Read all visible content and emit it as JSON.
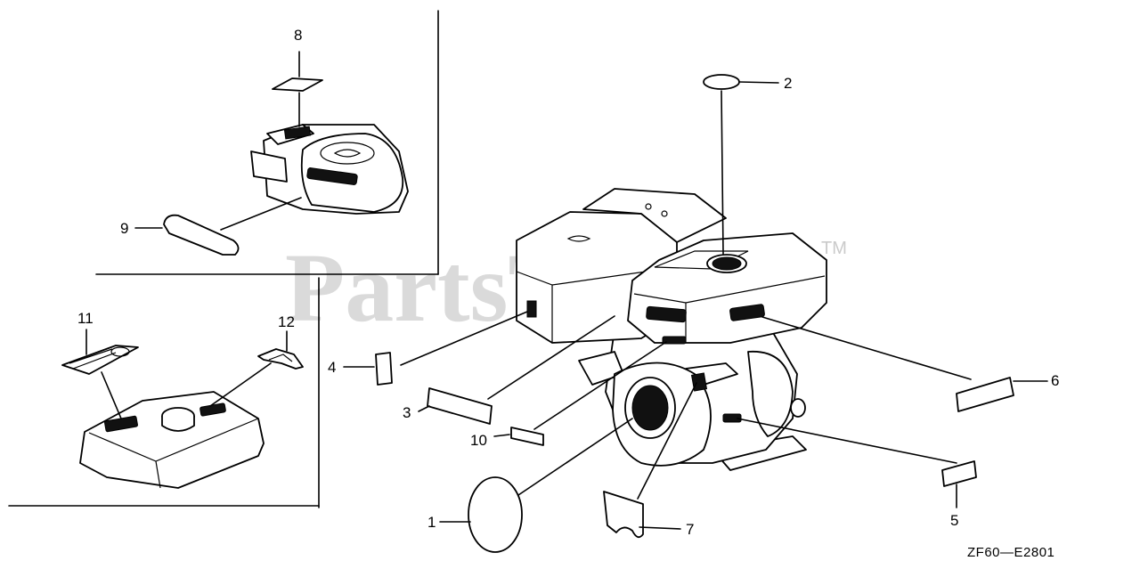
{
  "watermark": {
    "text": "PartsTree",
    "trademark": "TM"
  },
  "diagram_code": "ZF60—E2801",
  "callouts": [
    {
      "id": "1",
      "label": "1"
    },
    {
      "id": "2",
      "label": "2"
    },
    {
      "id": "3",
      "label": "3"
    },
    {
      "id": "4",
      "label": "4"
    },
    {
      "id": "5",
      "label": "5"
    },
    {
      "id": "6",
      "label": "6"
    },
    {
      "id": "7",
      "label": "7"
    },
    {
      "id": "8",
      "label": "8"
    },
    {
      "id": "9",
      "label": "9"
    },
    {
      "id": "10",
      "label": "10"
    },
    {
      "id": "11",
      "label": "11"
    },
    {
      "id": "12",
      "label": "12"
    }
  ]
}
